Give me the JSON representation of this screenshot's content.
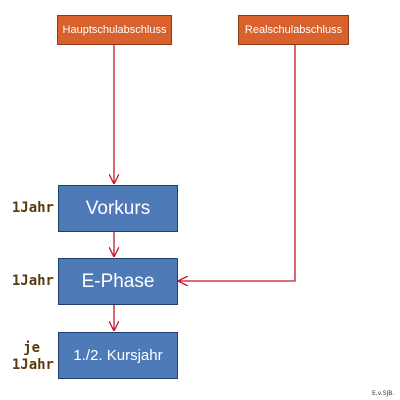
{
  "entries": {
    "hauptschul": "Hauptschulabschluss",
    "realschul": "Realschulabschluss"
  },
  "stages": {
    "vorkurs": "Vorkurs",
    "ephase": "E-Phase",
    "kursjahr": "1./2. Kursjahr"
  },
  "durations": {
    "vorkurs": "1Jahr",
    "ephase": "1Jahr",
    "kursjahr_line1": "je",
    "kursjahr_line2": "1Jahr"
  },
  "credit": "E.v.SJB.",
  "colors": {
    "entry_fill": "#d9612e",
    "stage_fill": "#4e7bb8",
    "arrow": "#c0182a",
    "duration_text": "#5a3b10"
  }
}
